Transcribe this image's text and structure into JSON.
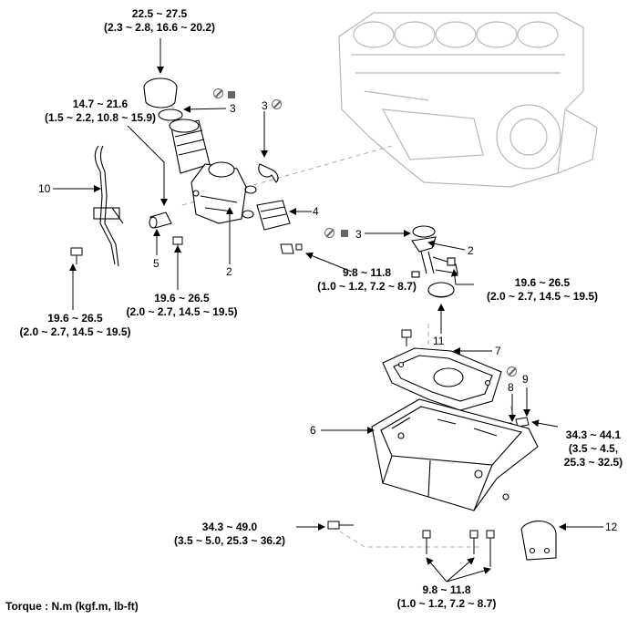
{
  "torques": {
    "t1": {
      "value": "22.5 ~ 27.5",
      "sub": "(2.3 ~ 2.8, 16.6 ~ 20.2)"
    },
    "t2": {
      "value": "14.7 ~ 21.6",
      "sub": "(1.5 ~ 2.2, 10.8 ~ 15.9)"
    },
    "t3": {
      "value": "19.6 ~ 26.5",
      "sub": "(2.0 ~ 2.7, 14.5 ~ 19.5)"
    },
    "t4": {
      "value": "19.6 ~ 26.5",
      "sub": "(2.0 ~ 2.7, 14.5 ~ 19.5)"
    },
    "t5": {
      "value": "9.8 ~ 11.8",
      "sub": "(1.0 ~ 1.2, 7.2 ~ 8.7)"
    },
    "t6": {
      "value": "19.6 ~ 26.5",
      "sub": "(2.0 ~ 2.7, 14.5 ~ 19.5)"
    },
    "t7": {
      "value": "34.3 ~ 44.1",
      "sub1": "(3.5 ~ 4.5,",
      "sub2": "25.3 ~ 32.5)"
    },
    "t8": {
      "value": "34.3 ~ 49.0",
      "sub": "(3.5 ~ 5.0, 25.3 ~ 36.2)"
    },
    "t9": {
      "value": "9.8 ~ 11.8",
      "sub": "(1.0 ~ 1.2, 7.2 ~ 8.7)"
    }
  },
  "parts": {
    "p3a": "3",
    "p3b": "3",
    "p3c": "3",
    "p4": "4",
    "p10": "10",
    "p5": "5",
    "p2a": "2",
    "p2b": "2",
    "p11": "11",
    "p7": "7",
    "p6": "6",
    "p8": "8",
    "p9": "9",
    "p12": "12"
  },
  "legend": "Torque : N.m (kgf.m, lb-ft)",
  "colors": {
    "ink": "#000000",
    "ghost": "#b8b8b8",
    "symbol": "#666666"
  }
}
